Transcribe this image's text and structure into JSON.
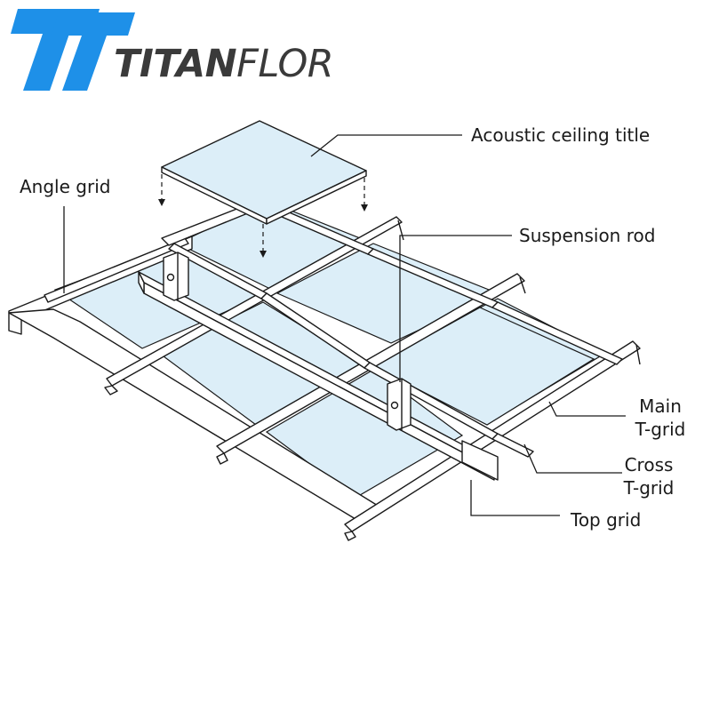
{
  "brand": {
    "name_strong": "TITAN",
    "name_light": "FLOR",
    "logo": "tt-monogram-logo",
    "colors": {
      "logo_blue": "#1e90e8",
      "text_dark": "#3a3a3a"
    }
  },
  "diagram": {
    "colors": {
      "tile_fill": "#dceef8",
      "stroke": "#1a1a1a",
      "metal_fill": "#ffffff"
    },
    "labels": {
      "acoustic_tile": "Acoustic ceiling title",
      "angle_grid": "Angle grid",
      "suspension_rod": "Suspension rod",
      "main_tgrid_line1": "Main",
      "main_tgrid_line2": "T-grid",
      "cross_tgrid_line1": "Cross",
      "cross_tgrid_line2": "T-grid",
      "top_grid": "Top grid"
    }
  }
}
